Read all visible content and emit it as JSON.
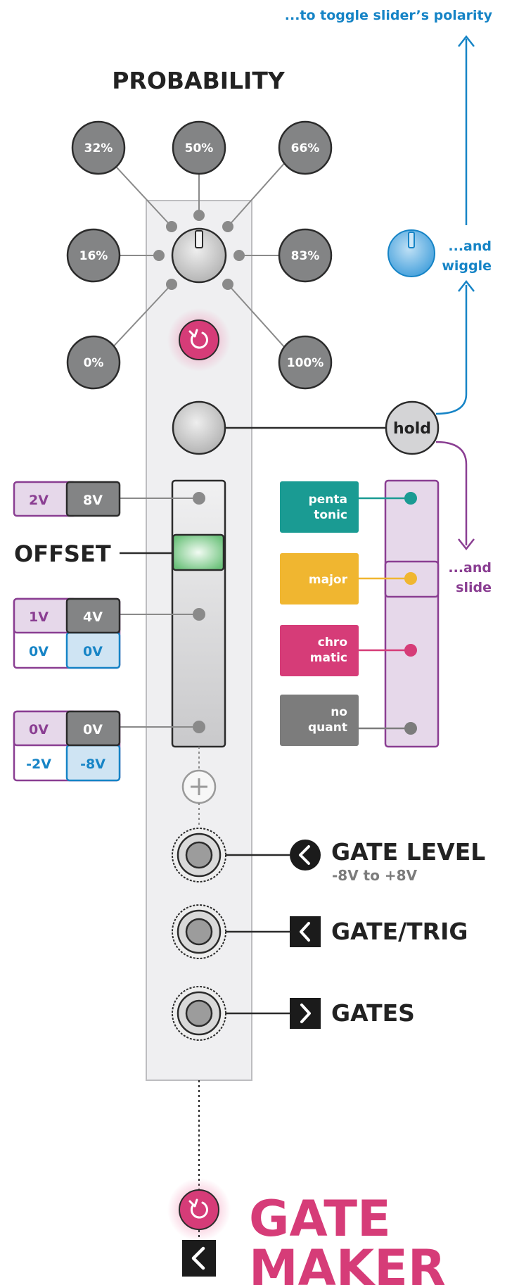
{
  "hint": {
    "top": "...to toggle slider’s polarity",
    "wiggle_1": "...and",
    "wiggle_2": "wiggle",
    "slide_1": "...and",
    "slide_2": "slide"
  },
  "probability": {
    "title": "PROBABILITY",
    "options": [
      "32%",
      "50%",
      "66%",
      "16%",
      "83%",
      "0%",
      "100%"
    ]
  },
  "hold_label": "hold",
  "offset_label": "OFFSET",
  "voltages": {
    "top_unipolar": "2V",
    "top_bipolar": "8V",
    "mid_unipolar": "1V",
    "mid_bipolar": "4V",
    "mid_unipolar_alt": "0V",
    "mid_bipolar_alt": "0V",
    "bot_unipolar": "0V",
    "bot_bipolar": "0V",
    "bot_unipolar_alt": "-2V",
    "bot_bipolar_alt": "-8V"
  },
  "scales": {
    "penta_1": "penta",
    "penta_2": "tonic",
    "major": "major",
    "chro_1": "chro",
    "chro_2": "matic",
    "no_1": "no",
    "no_2": "quant"
  },
  "jacks": {
    "gate_level": "GATE LEVEL",
    "gate_level_range": "-8V to +8V",
    "gate_trig": "GATE/TRIG",
    "gates": "GATES"
  },
  "title": {
    "line1": "GATE",
    "line2": "MAKER"
  },
  "colors": {
    "accent_pink": "#d63c78",
    "teal": "#1a9b93",
    "yellow": "#f0b630",
    "grey": "#7c7c7c",
    "purple": "#8a3e92",
    "blue": "#1684c6",
    "green": "#7ccf8a"
  }
}
